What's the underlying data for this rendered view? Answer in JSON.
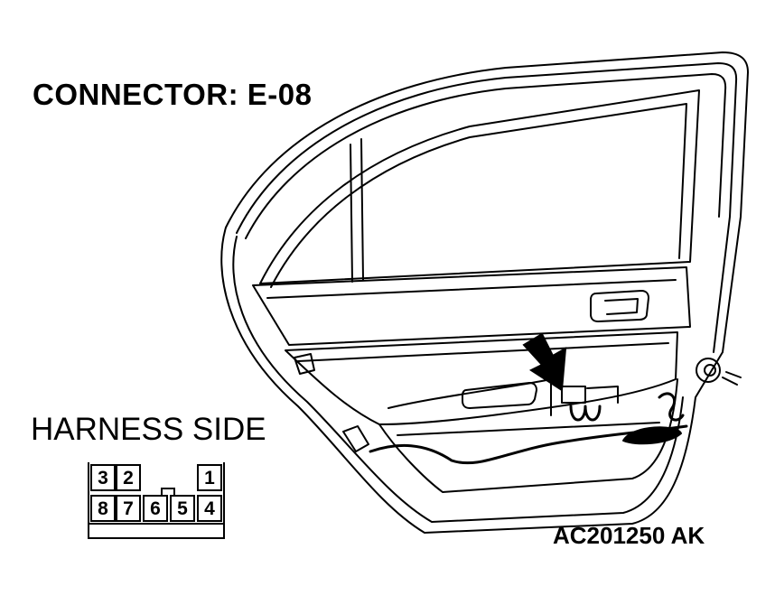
{
  "title": "CONNECTOR: E-08",
  "harness_label": "HARNESS SIDE",
  "figure_code": "AC201250 AK",
  "connector": {
    "top_row": [
      "3",
      "2",
      "",
      "",
      "1"
    ],
    "bottom_row": [
      "8",
      "7",
      "6",
      "5",
      "4"
    ]
  },
  "colors": {
    "ink": "#000000",
    "background": "#ffffff"
  }
}
